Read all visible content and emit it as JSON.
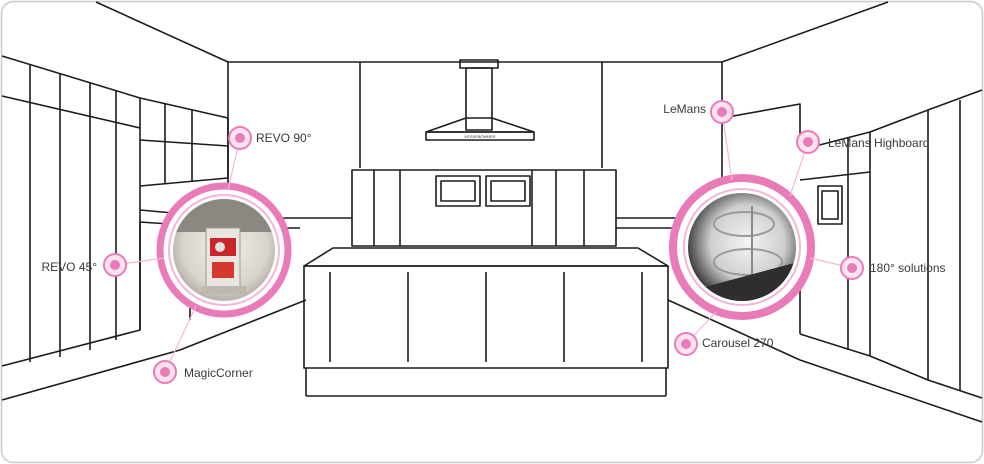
{
  "accent_color": "#e87bb8",
  "accent_light": "#f4b6d8",
  "hotspots": [
    {
      "id": "revo90",
      "label": "REVO 90°"
    },
    {
      "id": "revo45",
      "label": "REVO 45°"
    },
    {
      "id": "magiccorner",
      "label": "MagicCorner"
    },
    {
      "id": "lemans",
      "label": "LeMans"
    },
    {
      "id": "lemans-highboard",
      "label": "LeMans Highboard"
    },
    {
      "id": "solutions180",
      "label": "180° solutions"
    },
    {
      "id": "carousel270",
      "label": "Carousel 270"
    }
  ],
  "hood_brand": "KESSEBÖHMER"
}
